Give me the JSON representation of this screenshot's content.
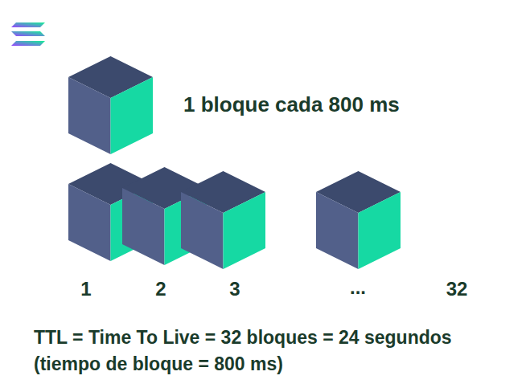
{
  "diagram": {
    "labels": [
      "1 bloque cada 800 ms",
      "1",
      "2",
      "3",
      "...",
      "32",
      "TTL = Time To Live = 32 bloques = 24 segundos",
      "(tiempo de bloque = 800 ms)"
    ]
  }
}
